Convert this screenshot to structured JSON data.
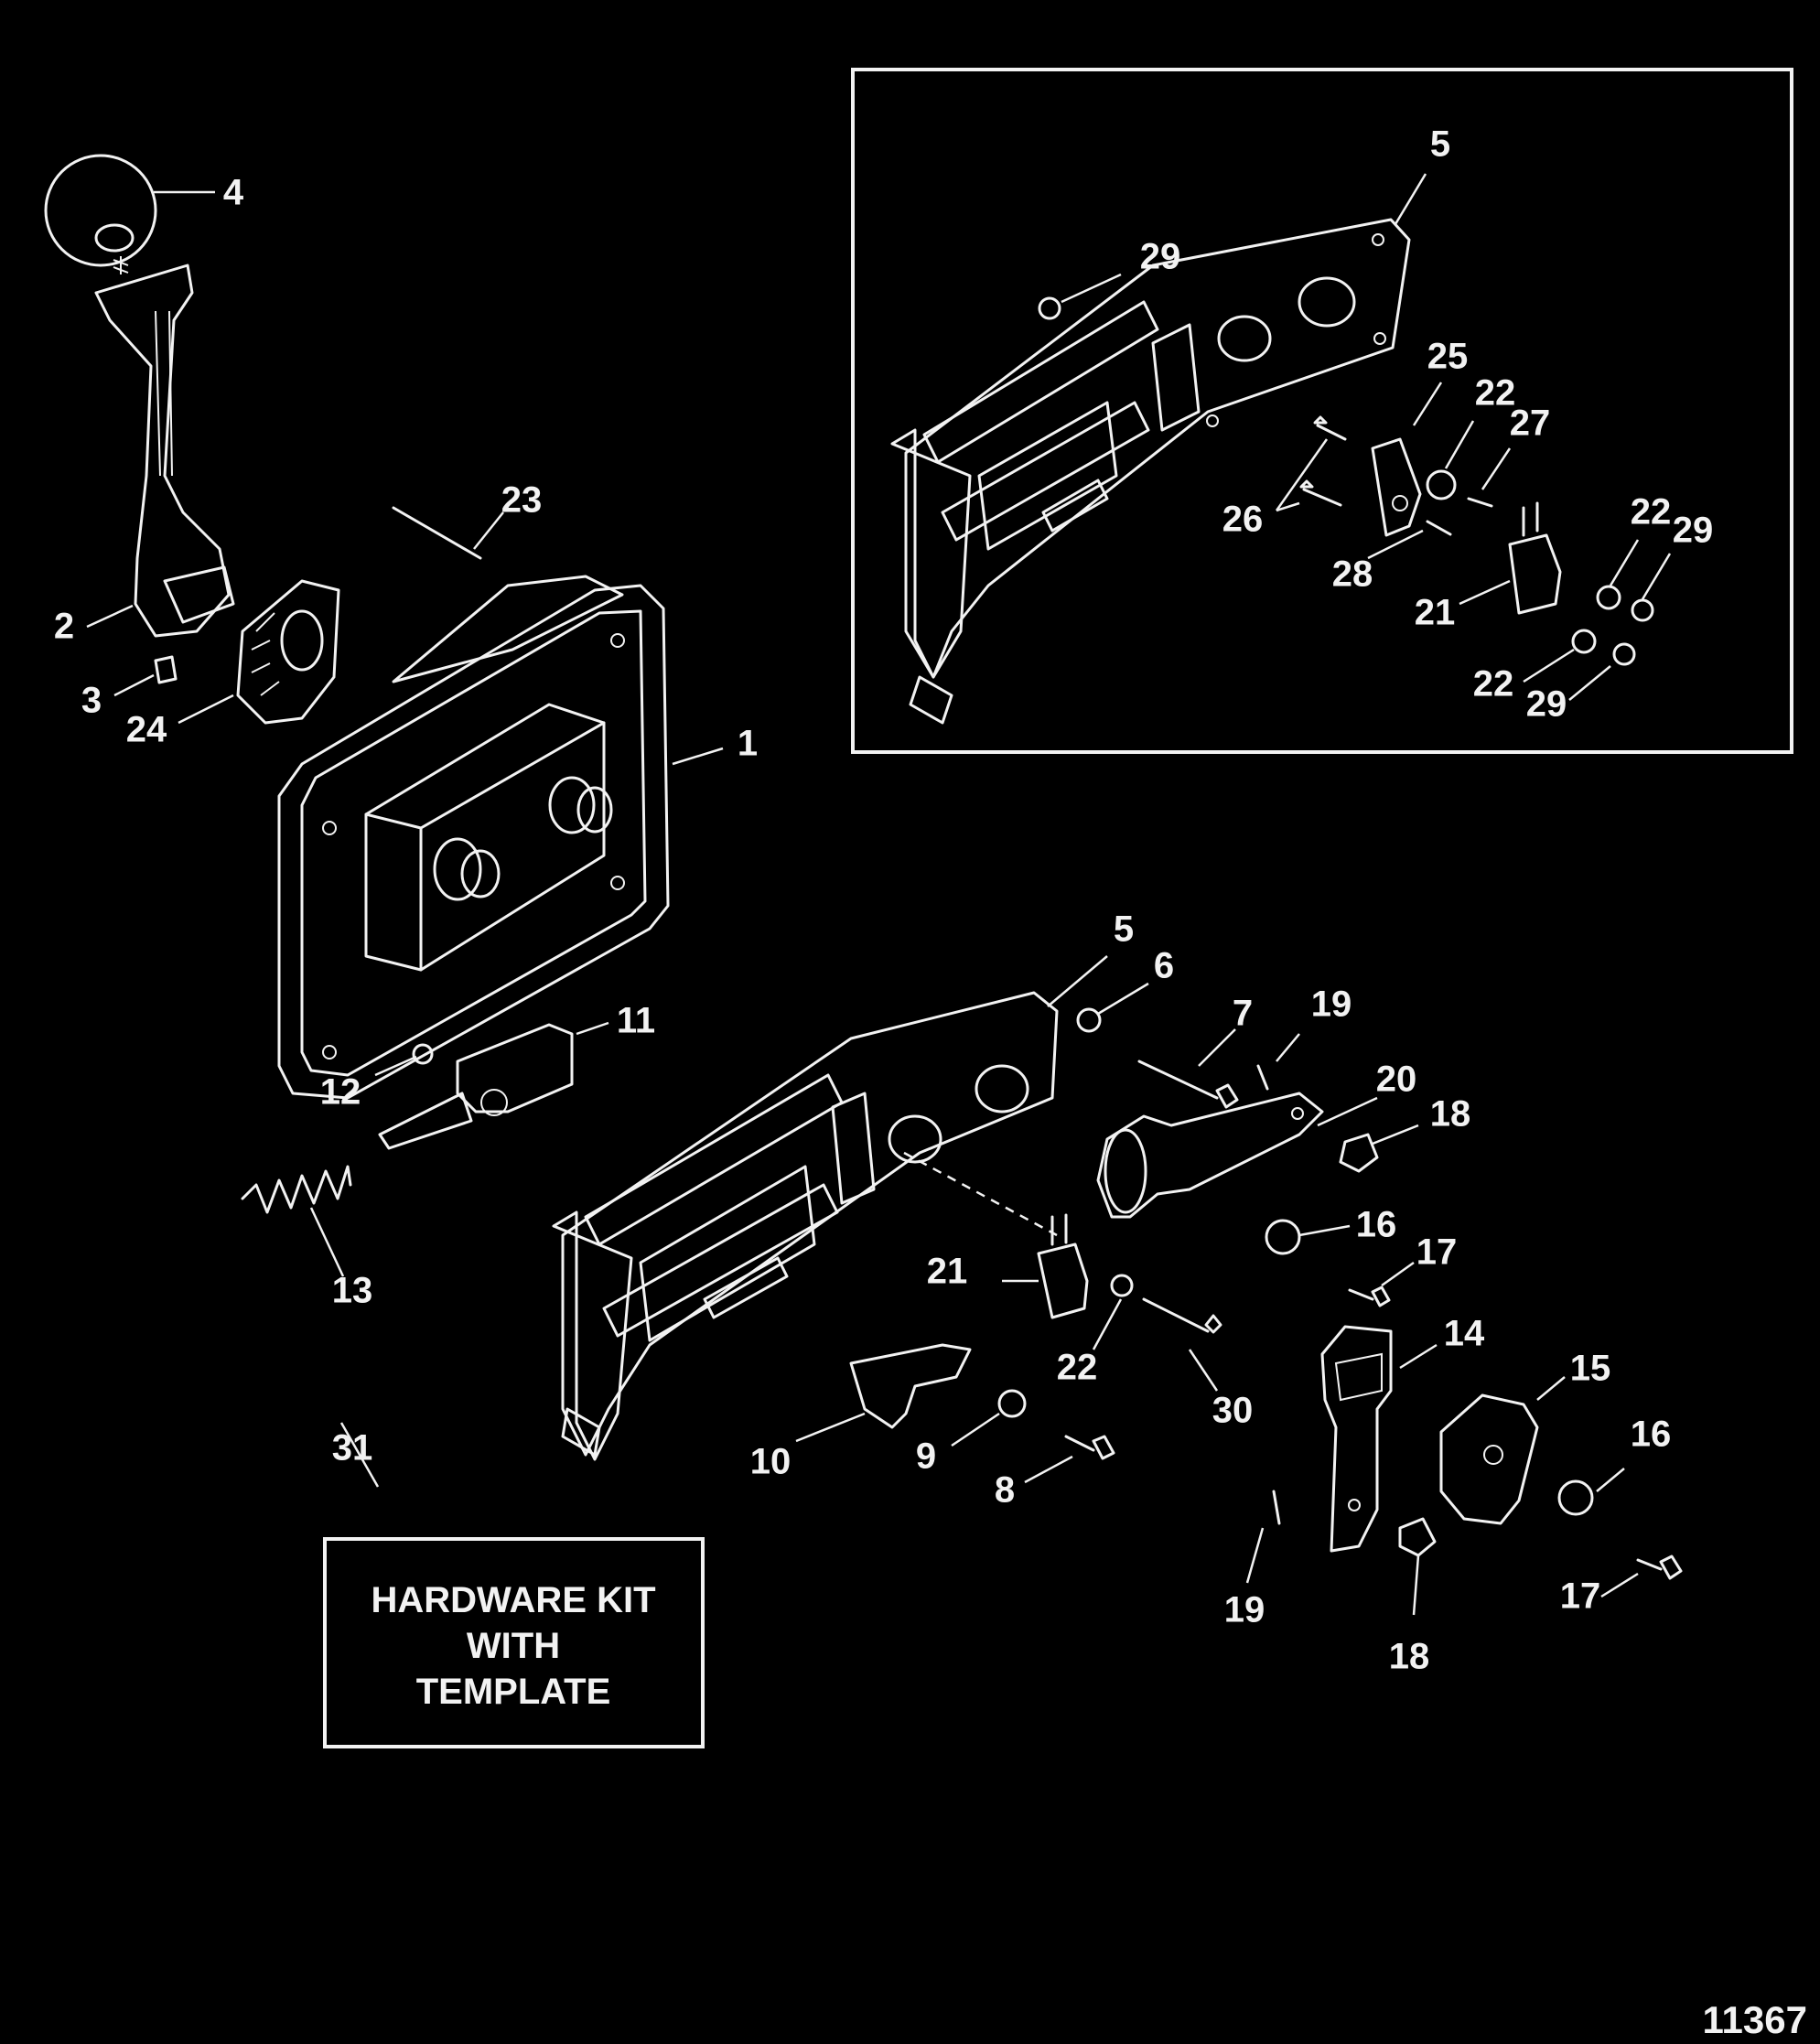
{
  "callouts": [
    "1",
    "2",
    "3",
    "4",
    "5",
    "6",
    "7",
    "8",
    "9",
    "10",
    "11",
    "12",
    "13",
    "14",
    "15",
    "16",
    "17",
    "18",
    "19",
    "20",
    "21",
    "22",
    "23",
    "24",
    "25",
    "26",
    "27",
    "28",
    "29",
    "30",
    "31"
  ],
  "inset_callouts": [
    "5",
    "29",
    "25",
    "22",
    "27",
    "26",
    "28",
    "21",
    "22",
    "29",
    "22",
    "29"
  ],
  "main_extra_callouts": [
    "5",
    "21",
    "22",
    "16",
    "17",
    "18",
    "19"
  ],
  "kit_box": {
    "line1": "HARDWARE KIT",
    "line2": "WITH",
    "line3": "TEMPLATE"
  },
  "figure_number": "11367"
}
